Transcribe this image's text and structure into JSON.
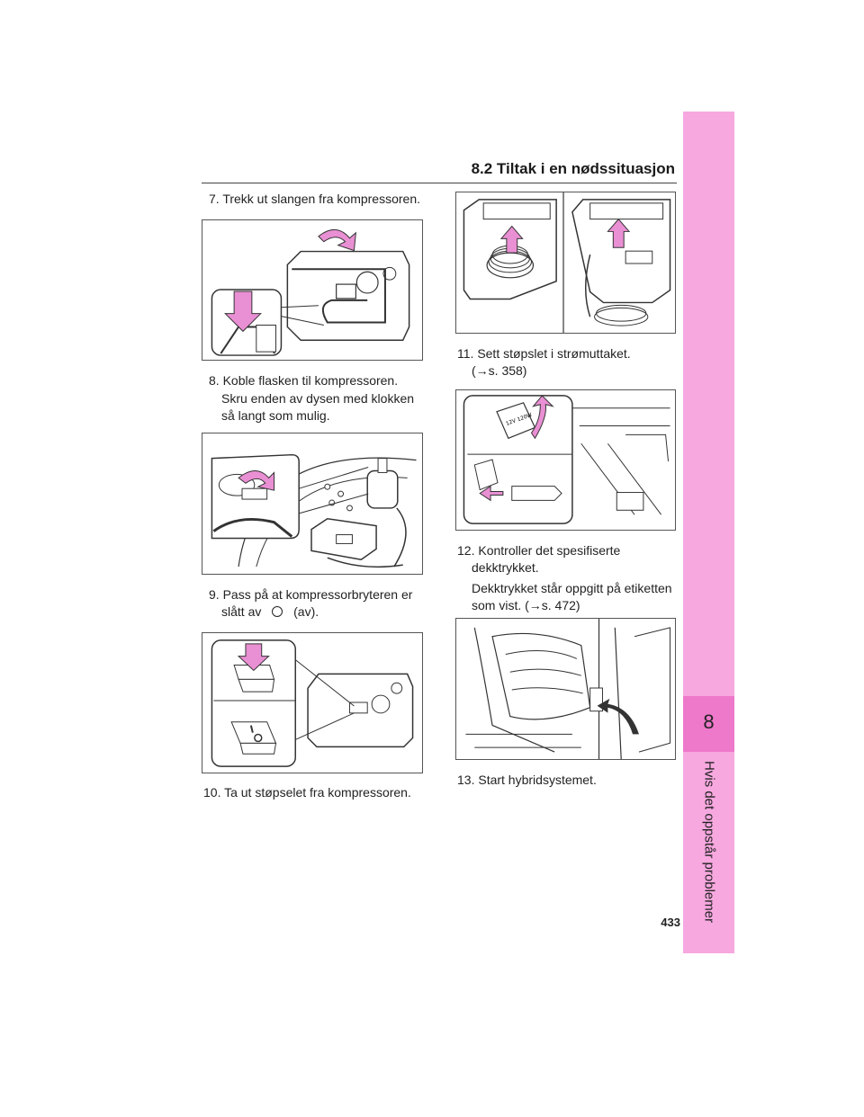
{
  "header": {
    "section_title": "8.2 Tiltak i en nødssituasjon"
  },
  "sidebar": {
    "chapter_number": "8",
    "chapter_title": "Hvis det oppstår problemer"
  },
  "page_number": "433",
  "steps": {
    "s7": {
      "text": "7. Trekk ut slangen fra kompressoren."
    },
    "s8": {
      "text": "8. Koble flasken til kompressoren.",
      "sub": "Skru enden av dysen med klokken så langt som mulig."
    },
    "s9": {
      "line1": "9. Pass på at kompressorbryteren er",
      "line2a": "slått av",
      "line2b": "(av)."
    },
    "s10": {
      "text": "10. Ta ut støpselet fra kompressoren."
    },
    "s11": {
      "line1": "11. Sett støpslet i strømuttaket.",
      "line2": "(→s. 358)"
    },
    "s12": {
      "line1": "12. Kontroller det spesifiserte",
      "line2": "dekktrykket.",
      "sub1": "Dekktrykket står oppgitt på etiketten",
      "sub2": "som vist. (→s. 472)"
    },
    "s13": {
      "text": "13. Start hybridsystemet."
    }
  },
  "figures": {
    "fig4_label": "12V 120W"
  },
  "colors": {
    "accent_pink": "#f7a8df",
    "accent_pink_dark": "#ee78c9",
    "arrow_pink": "#e98fd3"
  }
}
